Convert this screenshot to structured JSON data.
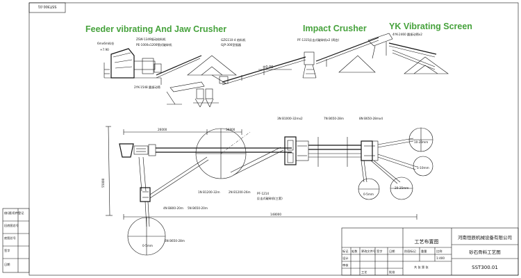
{
  "drawing_code_box": "SST300.01",
  "headings": {
    "jaw": "Feeder vibrating And Jaw Crusher",
    "impact": "Impact Crusher",
    "screen": "YK Vibrating Screen"
  },
  "elevation_labels": {
    "bin": "6mx6m料仓",
    "level_plus": "+7.90",
    "feeder": "ZSW-1349振动给料机",
    "jaw": "PE-1000x1200颚式破碎机",
    "belt_top": "GZG110-4 给料机",
    "belt_top2": "GJP-300型振器",
    "impact": "PF-1315反击式破碎机x2 (两台)",
    "level_zero": "±0.00",
    "screen": "4YK-2460 圆振动筛x2",
    "under_screen": "2YK-1548 圆振动筛"
  },
  "plan_labels": {
    "d1": "26000",
    "d2": "36800",
    "belt_3n": "3N B1000-32mx2",
    "belt_7n": "7N B650-28m",
    "belt_8n": "8N B650-28mx4",
    "pile_1": "10-20mm",
    "pile_2": "5-10mm",
    "pile_3": "0-5mm",
    "pile_4": "20-25mm",
    "belt_1n": "1N B1200-32m",
    "belt_2n": "2N B1200-26m",
    "impact_plan": "PF-1214",
    "impact_plan2": "反击式破碎机(三套)",
    "belt_4n": "4N B800-20m",
    "belt_5n": "5N B650-20m",
    "belt_6n": "6N B650-28m",
    "pile_main": "0-5mm",
    "total": "148000",
    "height": "55000"
  },
  "legend_left": [
    "借(通)用件登记",
    "旧底图总号",
    "底图总号",
    "签字",
    "日期"
  ],
  "title_block": {
    "company": "河南恒辰机械设备有限公司",
    "drawing_name": "工艺布置图",
    "project": "砂石骨料工艺图",
    "scale": "1:400",
    "code": "SST300.01",
    "sign_labels": [
      "标记",
      "处数",
      "更改文件号",
      "签字",
      "日期"
    ],
    "role_labels": [
      "设计",
      "审核",
      "工艺",
      "批准"
    ],
    "stage_label": "阶段标记",
    "weight_label": "重量",
    "ratio_label": "比例",
    "sheet_label": "共 张  第 张"
  }
}
